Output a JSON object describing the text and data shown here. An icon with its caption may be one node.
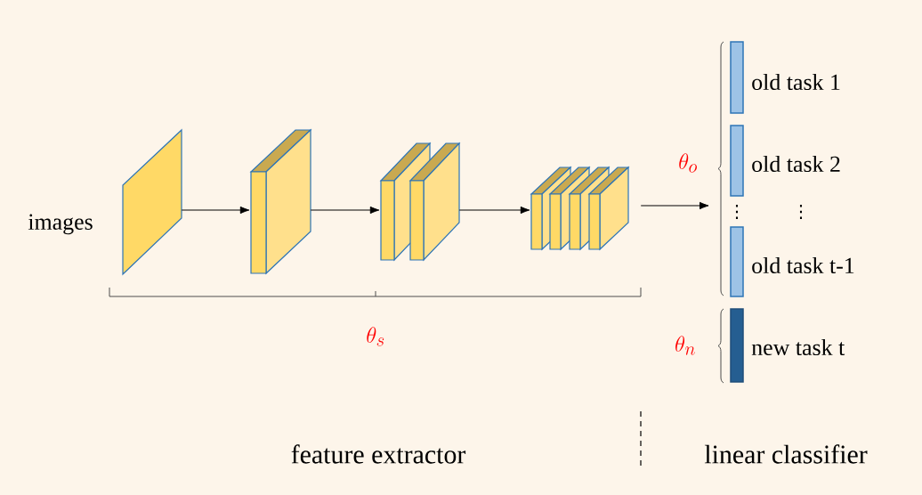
{
  "diagram": {
    "nodes": [
      {
        "text": [],
        "shape": "plane",
        "beside": [
          "images"
        ]
      },
      {
        "text": [],
        "shape": "block"
      },
      {
        "text": [],
        "shape": "block"
      },
      {
        "text": [],
        "shape": "block"
      },
      {
        "text": [],
        "shape": "bar",
        "beside": [
          "old task 1"
        ]
      },
      {
        "text": [],
        "shape": "bar",
        "beside": [
          "old task 2"
        ]
      },
      {
        "text": [],
        "shape": "bar",
        "beside": [
          "old task t-1"
        ]
      },
      {
        "text": [],
        "shape": "bar",
        "beside": [
          "new task t"
        ]
      }
    ],
    "edges": [
      {
        "from": 0,
        "to": 1,
        "arrow": "to"
      },
      {
        "from": 1,
        "to": 2,
        "arrow": "to"
      },
      {
        "from": 2,
        "to": 3,
        "arrow": "to"
      },
      {
        "from": 3,
        "to": null,
        "arrow": "to"
      }
    ],
    "labels": [
      "\\theta_o",
      "⋮",
      "⋮",
      "\\theta_n",
      "\\theta_s",
      "feature extractor",
      "linear classifier"
    ]
  }
}
